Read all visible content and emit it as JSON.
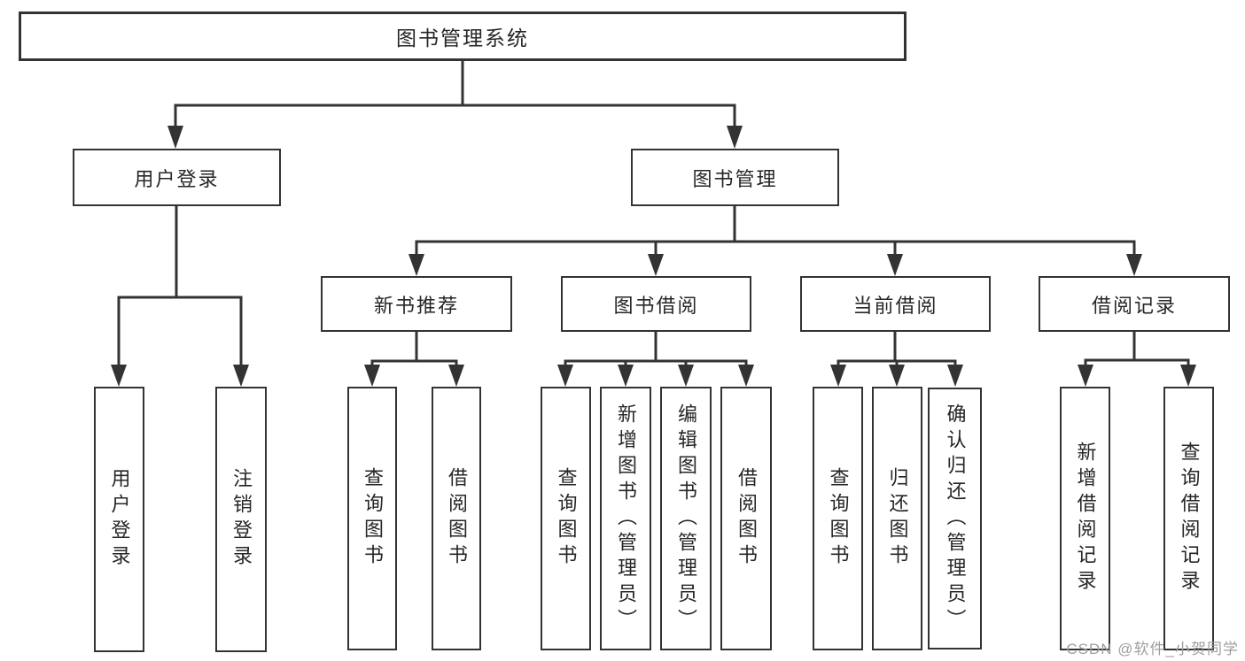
{
  "tree": {
    "label": "图书管理系统",
    "children": [
      {
        "label": "用户登录",
        "children": [
          {
            "label": "用户登录"
          },
          {
            "label": "注销登录"
          }
        ]
      },
      {
        "label": "图书管理",
        "children": [
          {
            "label": "新书推荐",
            "children": [
              {
                "label": "查询图书"
              },
              {
                "label": "借阅图书"
              }
            ]
          },
          {
            "label": "图书借阅",
            "children": [
              {
                "label": "查询图书"
              },
              {
                "label": "新增图书（管理员）"
              },
              {
                "label": "编辑图书（管理员）"
              },
              {
                "label": "借阅图书"
              }
            ]
          },
          {
            "label": "当前借阅",
            "children": [
              {
                "label": "查询图书"
              },
              {
                "label": "归还图书"
              },
              {
                "label": "确认归还（管理员）"
              }
            ]
          },
          {
            "label": "借阅记录",
            "children": [
              {
                "label": "新增借阅记录"
              },
              {
                "label": "查询借阅记录"
              }
            ]
          }
        ]
      }
    ]
  },
  "watermark": "CSDN @软件_小贺同学",
  "colors": {
    "line": "#333333",
    "text": "#262626",
    "background": "#ffffff",
    "watermark": "#9e9e9e"
  }
}
